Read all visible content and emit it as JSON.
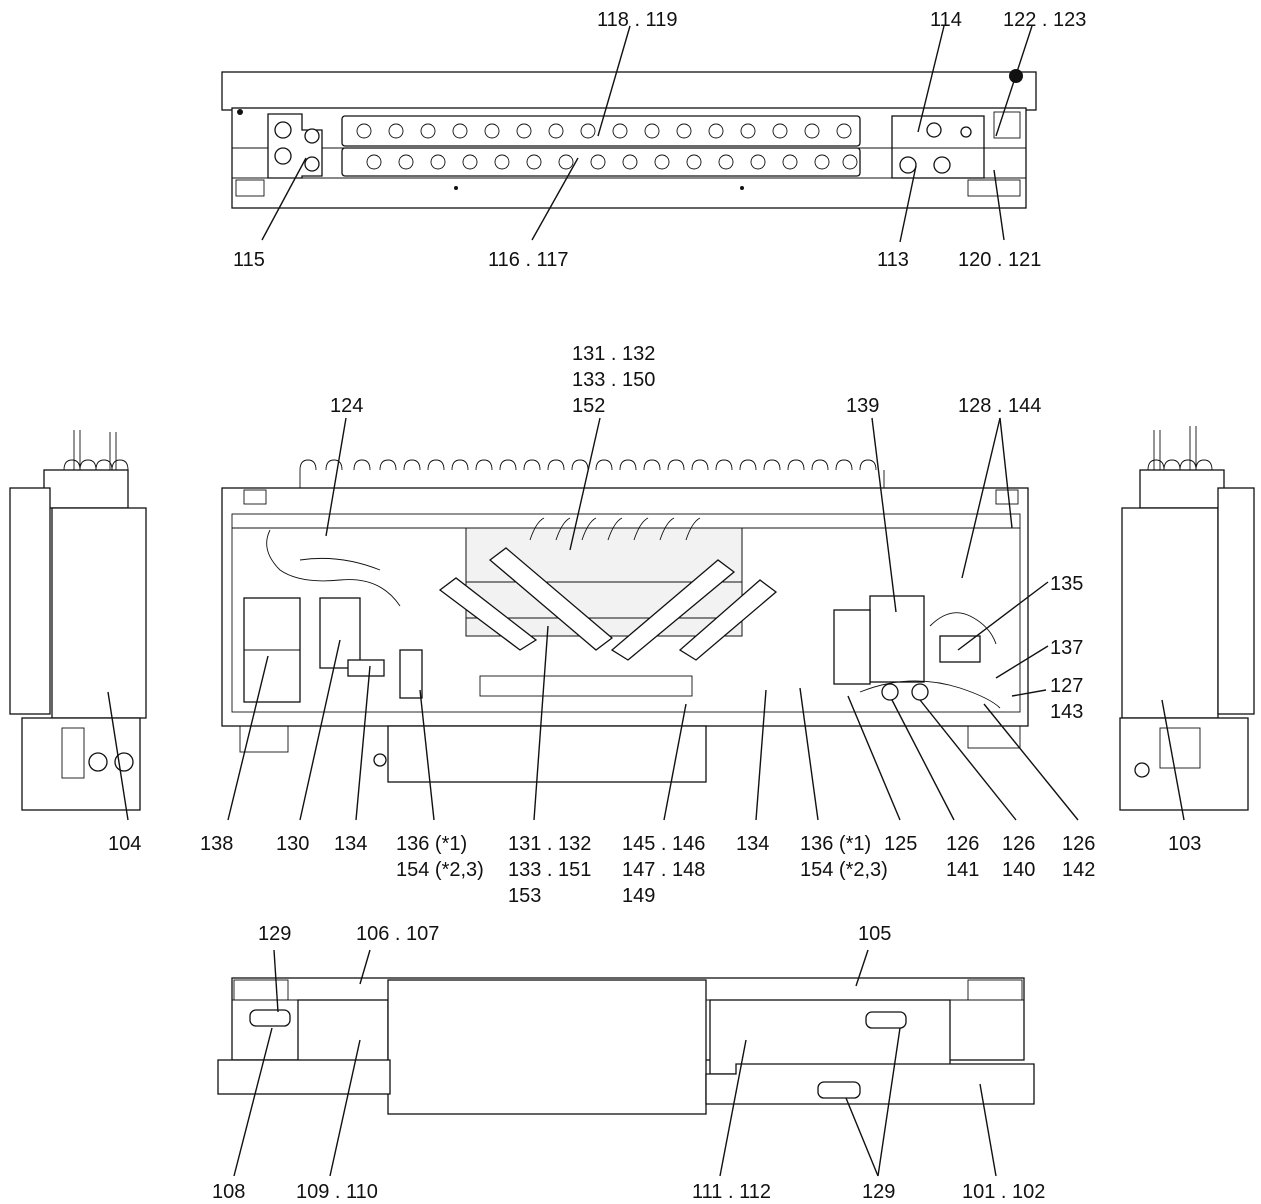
{
  "top_view": {
    "labels": {
      "l118": "118 . 119",
      "l114": "114",
      "l122": "122 . 123",
      "l115": "115",
      "l116": "116 . 117",
      "l113": "113",
      "l120": "120 . 121"
    }
  },
  "front_view": {
    "labels": {
      "l131a1": "131 . 132",
      "l131a2": "133 . 150",
      "l131a3": "152",
      "l124": "124",
      "l139": "139",
      "l128": "128 . 144",
      "l135": "135",
      "l137": "137",
      "l127": "127",
      "l143": "143",
      "l104": "104",
      "l138": "138",
      "l130": "130",
      "l134a": "134",
      "l136a1": "136 (*1)",
      "l136a2": "154 (*2,3)",
      "l131b1": "131 . 132",
      "l131b2": "133 . 151",
      "l131b3": "153",
      "l145a": "145 . 146",
      "l145b": "147 . 148",
      "l145c": "149",
      "l134b": "134",
      "l136b1": "136 (*1)",
      "l125": "125",
      "l136b2": "154 (*2,3)",
      "l126a": "126",
      "l141": "141",
      "l126b": "126",
      "l140": "140",
      "l126c": "126",
      "l142": "142",
      "l103": "103"
    }
  },
  "bottom_view": {
    "labels": {
      "l129a": "129",
      "l106": "106 . 107",
      "l105": "105",
      "l108": "108",
      "l109": "109 . 110",
      "l111": "111 . 112",
      "l129b": "129",
      "l101": "101 . 102"
    }
  }
}
